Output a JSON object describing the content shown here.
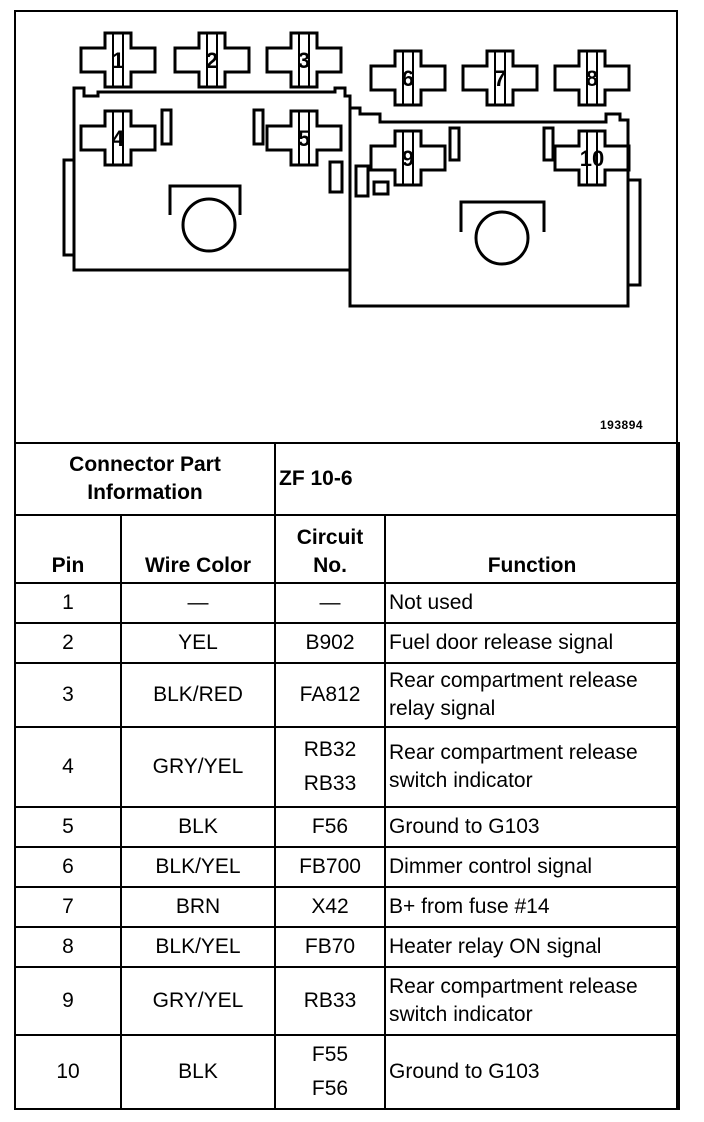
{
  "figure_id": "193894",
  "connector": {
    "label": "Connector Part Information",
    "value": "ZF 10-6",
    "cavities": [
      "1",
      "2",
      "3",
      "4",
      "5",
      "6",
      "7",
      "8",
      "9",
      "10"
    ]
  },
  "table": {
    "headers": {
      "pin": "Pin",
      "wire_color": "Wire Color",
      "circuit": "Circuit No.",
      "function": "Function"
    },
    "rows": [
      {
        "pin": "1",
        "wire_color": "—",
        "circuits": [
          "—"
        ],
        "function": "Not used"
      },
      {
        "pin": "2",
        "wire_color": "YEL",
        "circuits": [
          "B902"
        ],
        "function": "Fuel door release signal"
      },
      {
        "pin": "3",
        "wire_color": "BLK/RED",
        "circuits": [
          "FA812"
        ],
        "function": "Rear compartment release relay signal"
      },
      {
        "pin": "4",
        "wire_color": "GRY/YEL",
        "circuits": [
          "RB32",
          "RB33"
        ],
        "function": "Rear compartment release switch indicator"
      },
      {
        "pin": "5",
        "wire_color": "BLK",
        "circuits": [
          "F56"
        ],
        "function": "Ground to G103"
      },
      {
        "pin": "6",
        "wire_color": "BLK/YEL",
        "circuits": [
          "FB700"
        ],
        "function": "Dimmer control signal"
      },
      {
        "pin": "7",
        "wire_color": "BRN",
        "circuits": [
          "X42"
        ],
        "function": "B+ from fuse #14"
      },
      {
        "pin": "8",
        "wire_color": "BLK/YEL",
        "circuits": [
          "FB70"
        ],
        "function": "Heater relay ON signal"
      },
      {
        "pin": "9",
        "wire_color": "GRY/YEL",
        "circuits": [
          "RB33"
        ],
        "function": "Rear compartment release switch indicator"
      },
      {
        "pin": "10",
        "wire_color": "BLK",
        "circuits": [
          "F55",
          "F56"
        ],
        "function": "Ground to G103"
      }
    ]
  }
}
